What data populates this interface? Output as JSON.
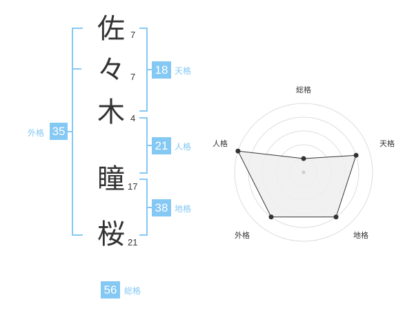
{
  "colors": {
    "accent": "#84c8f4",
    "text": "#333333",
    "grid": "#dddddd",
    "fill": "#eeeeee",
    "line": "#333333"
  },
  "name": {
    "chars": [
      {
        "char": "佐",
        "strokes": "7"
      },
      {
        "char": "々",
        "strokes": "7"
      },
      {
        "char": "木",
        "strokes": "4"
      },
      {
        "char": "瞳",
        "strokes": "17"
      },
      {
        "char": "桜",
        "strokes": "21"
      }
    ]
  },
  "kakusu": {
    "tenkaku": {
      "value": "18",
      "label": "天格"
    },
    "jinkaku": {
      "value": "21",
      "label": "人格"
    },
    "chikaku": {
      "value": "38",
      "label": "地格"
    },
    "gaikaku": {
      "value": "35",
      "label": "外格"
    },
    "soukaku": {
      "value": "56",
      "label": "総格"
    }
  },
  "chart_data": {
    "type": "radar",
    "axes": [
      "総格",
      "天格",
      "地格",
      "外格",
      "人格"
    ],
    "values": [
      0.2,
      0.8,
      0.8,
      0.8,
      1.0
    ],
    "rmax": 1,
    "rings": 5,
    "grid": true
  }
}
